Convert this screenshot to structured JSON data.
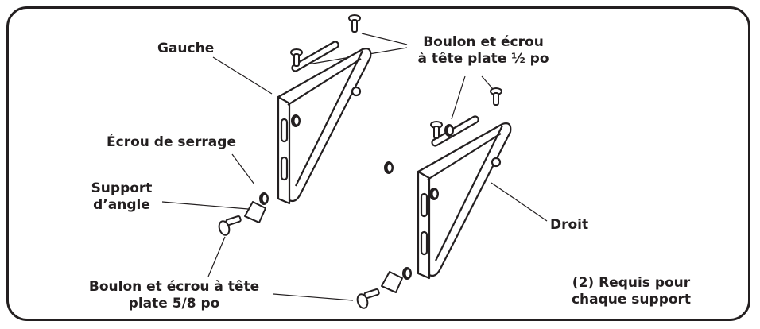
{
  "labels": {
    "gauche": "Gauche",
    "boulon_half_line1": "Boulon et écrou",
    "boulon_half_line2": "à tête plate ½ po",
    "ecrou": "Écrou de serrage",
    "support_line1": "Support",
    "support_line2": "d’angle",
    "droit": "Droit",
    "boulon_58_line1": "Boulon et écrou à tête",
    "boulon_58_line2": "plate 5/8 po",
    "requis_line1": "(2) Requis pour",
    "requis_line2": "chaque support"
  },
  "colors": {
    "ink": "#231f20",
    "fill": "#ffffff"
  },
  "icons": [
    "bracket-left",
    "bracket-right",
    "flat-head-bolt",
    "lock-nut",
    "corner-support"
  ]
}
